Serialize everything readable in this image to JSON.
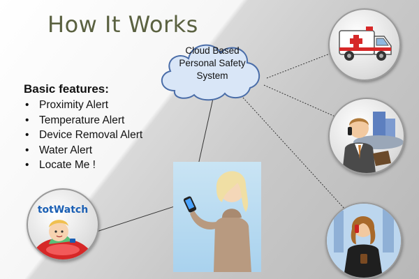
{
  "title": "How It Works",
  "cloud": {
    "lines": [
      "Cloud Based",
      "Personal Safety",
      "System"
    ]
  },
  "features": {
    "heading": "Basic features:",
    "items": [
      "Proximity Alert",
      "Temperature Alert",
      "Device Removal Alert",
      "Water Alert",
      "Locate Me !"
    ]
  },
  "logo": {
    "text": "totWatch"
  },
  "icons": {
    "ambulance": "ambulance-icon",
    "businessman": "businessman-phone-icon",
    "businesswoman": "businesswoman-phone-icon",
    "baby": "baby-with-watch-icon",
    "mother": "woman-with-phone-photo"
  },
  "colors": {
    "title": "#5a6140",
    "cloud_fill": "#d9e6f7",
    "cloud_stroke": "#4a6da8",
    "logo_blue": "#1a5fb4"
  }
}
